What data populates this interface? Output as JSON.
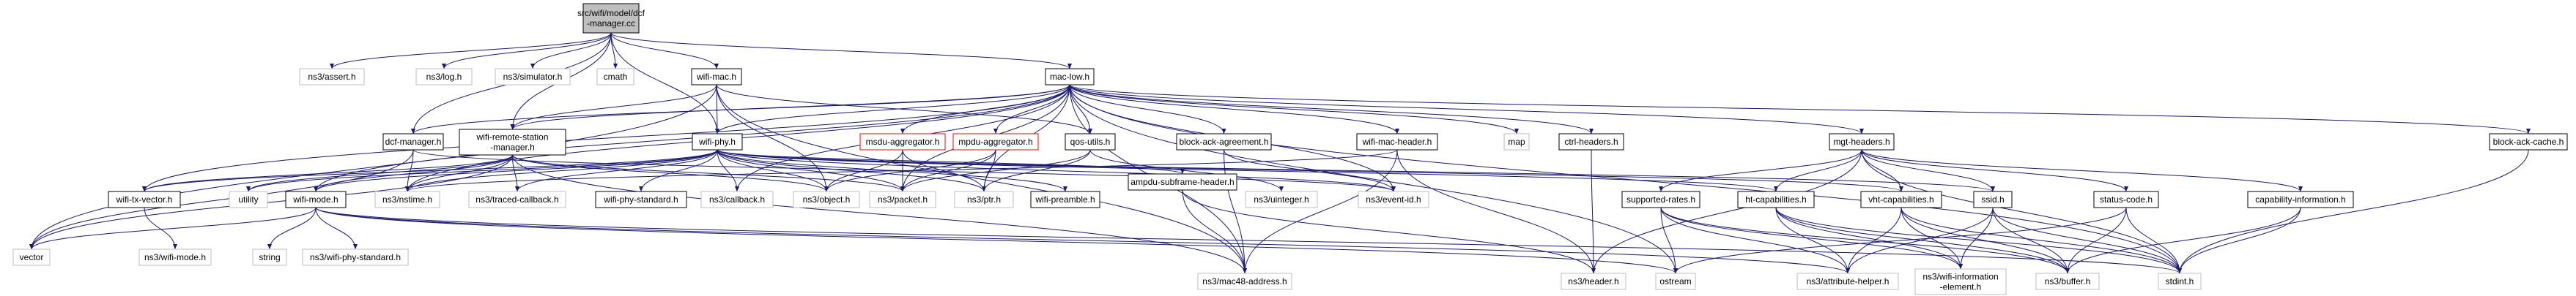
{
  "diagram": {
    "root": {
      "label_line1": "src/wifi/model/dcf",
      "label_line2": "-manager.cc"
    },
    "nodes": [
      {
        "id": "assert",
        "label": "ns3/assert.h",
        "kind": "system"
      },
      {
        "id": "log",
        "label": "ns3/log.h",
        "kind": "system"
      },
      {
        "id": "simulator",
        "label": "ns3/simulator.h",
        "kind": "system"
      },
      {
        "id": "cmath",
        "label": "cmath",
        "kind": "system"
      },
      {
        "id": "wifimac",
        "label": "wifi-mac.h",
        "kind": "local"
      },
      {
        "id": "maclow",
        "label": "mac-low.h",
        "kind": "local"
      },
      {
        "id": "dcfmanager",
        "label": "dcf-manager.h",
        "kind": "local"
      },
      {
        "id": "wrsm",
        "label_line1": "wifi-remote-station",
        "label_line2": "-manager.h",
        "kind": "local"
      },
      {
        "id": "wifiphy",
        "label": "wifi-phy.h",
        "kind": "local"
      },
      {
        "id": "msdu",
        "label": "msdu-aggregator.h",
        "kind": "missing"
      },
      {
        "id": "mpdu",
        "label": "mpdu-aggregator.h",
        "kind": "missing"
      },
      {
        "id": "qos",
        "label": "qos-utils.h",
        "kind": "local"
      },
      {
        "id": "bag",
        "label": "block-ack-agreement.h",
        "kind": "local"
      },
      {
        "id": "wmh",
        "label": "wifi-mac-header.h",
        "kind": "local"
      },
      {
        "id": "map",
        "label": "map",
        "kind": "system"
      },
      {
        "id": "ctrl",
        "label": "ctrl-headers.h",
        "kind": "local"
      },
      {
        "id": "mgt",
        "label": "mgt-headers.h",
        "kind": "local"
      },
      {
        "id": "bac",
        "label": "block-ack-cache.h",
        "kind": "local"
      },
      {
        "id": "wtxv",
        "label": "wifi-tx-vector.h",
        "kind": "local"
      },
      {
        "id": "utility",
        "label": "utility",
        "kind": "system"
      },
      {
        "id": "wmode",
        "label": "wifi-mode.h",
        "kind": "local"
      },
      {
        "id": "nstime",
        "label": "ns3/nstime.h",
        "kind": "system"
      },
      {
        "id": "tcb",
        "label": "ns3/traced-callback.h",
        "kind": "system"
      },
      {
        "id": "wps",
        "label": "wifi-phy-standard.h",
        "kind": "local"
      },
      {
        "id": "callback",
        "label": "ns3/callback.h",
        "kind": "system"
      },
      {
        "id": "object",
        "label": "ns3/object.h",
        "kind": "system"
      },
      {
        "id": "packet",
        "label": "ns3/packet.h",
        "kind": "system"
      },
      {
        "id": "ptr",
        "label": "ns3/ptr.h",
        "kind": "system"
      },
      {
        "id": "wpre",
        "label": "wifi-preamble.h",
        "kind": "local"
      },
      {
        "id": "uint",
        "label": "ns3/uinteger.h",
        "kind": "system"
      },
      {
        "id": "event",
        "label": "ns3/event-id.h",
        "kind": "system"
      },
      {
        "id": "ampdu",
        "label": "ampdu-subframe-header.h",
        "kind": "local"
      },
      {
        "id": "srates",
        "label": "supported-rates.h",
        "kind": "local"
      },
      {
        "id": "htcap",
        "label": "ht-capabilities.h",
        "kind": "local"
      },
      {
        "id": "vhtcap",
        "label": "vht-capabilities.h",
        "kind": "local"
      },
      {
        "id": "ssid",
        "label": "ssid.h",
        "kind": "local"
      },
      {
        "id": "status",
        "label": "status-code.h",
        "kind": "local"
      },
      {
        "id": "capinfo",
        "label": "capability-information.h",
        "kind": "local"
      },
      {
        "id": "vector",
        "label": "vector",
        "kind": "system"
      },
      {
        "id": "nwmode",
        "label": "ns3/wifi-mode.h",
        "kind": "system"
      },
      {
        "id": "string",
        "label": "string",
        "kind": "system"
      },
      {
        "id": "nwps",
        "label": "ns3/wifi-phy-standard.h",
        "kind": "system"
      },
      {
        "id": "mac48",
        "label": "ns3/mac48-address.h",
        "kind": "system"
      },
      {
        "id": "header",
        "label": "ns3/header.h",
        "kind": "system"
      },
      {
        "id": "ostream",
        "label": "ostream",
        "kind": "system"
      },
      {
        "id": "attr",
        "label": "ns3/attribute-helper.h",
        "kind": "system"
      },
      {
        "id": "wie",
        "label_line1": "ns3/wifi-information",
        "label_line2": "-element.h",
        "kind": "system"
      },
      {
        "id": "buffer",
        "label": "ns3/buffer.h",
        "kind": "system"
      },
      {
        "id": "stdint",
        "label": "stdint.h",
        "kind": "system"
      }
    ],
    "edges": [
      [
        "root",
        "assert"
      ],
      [
        "root",
        "log"
      ],
      [
        "root",
        "simulator"
      ],
      [
        "root",
        "cmath"
      ],
      [
        "root",
        "wifimac"
      ],
      [
        "root",
        "maclow"
      ],
      [
        "root",
        "dcfmanager"
      ],
      [
        "root",
        "wrsm"
      ],
      [
        "root",
        "wifiphy"
      ],
      [
        "wifimac",
        "wrsm"
      ],
      [
        "wifimac",
        "wifiphy"
      ],
      [
        "wifimac",
        "qos"
      ],
      [
        "wifimac",
        "object"
      ],
      [
        "wifimac",
        "mac48"
      ],
      [
        "wifimac",
        "vector"
      ],
      [
        "maclow",
        "wifiphy"
      ],
      [
        "maclow",
        "wrsm"
      ],
      [
        "maclow",
        "dcfmanager"
      ],
      [
        "maclow",
        "msdu"
      ],
      [
        "maclow",
        "mpdu"
      ],
      [
        "maclow",
        "qos"
      ],
      [
        "maclow",
        "bag"
      ],
      [
        "maclow",
        "wmh"
      ],
      [
        "maclow",
        "map"
      ],
      [
        "maclow",
        "ctrl"
      ],
      [
        "maclow",
        "mgt"
      ],
      [
        "maclow",
        "bac"
      ],
      [
        "maclow",
        "wtxv"
      ],
      [
        "maclow",
        "wmode"
      ],
      [
        "maclow",
        "nstime"
      ],
      [
        "maclow",
        "callback"
      ],
      [
        "maclow",
        "packet"
      ],
      [
        "maclow",
        "event"
      ],
      [
        "maclow",
        "ptr"
      ],
      [
        "maclow",
        "ostream"
      ],
      [
        "maclow",
        "mac48"
      ],
      [
        "maclow",
        "stdint"
      ],
      [
        "dcfmanager",
        "nstime"
      ],
      [
        "dcfmanager",
        "event"
      ],
      [
        "dcfmanager",
        "vector"
      ],
      [
        "wrsm",
        "wtxv"
      ],
      [
        "wrsm",
        "wmode"
      ],
      [
        "wrsm",
        "utility"
      ],
      [
        "wrsm",
        "nstime"
      ],
      [
        "wrsm",
        "tcb"
      ],
      [
        "wrsm",
        "object"
      ],
      [
        "wrsm",
        "packet"
      ],
      [
        "wrsm",
        "mac48"
      ],
      [
        "wrsm",
        "vector"
      ],
      [
        "wifiphy",
        "wtxv"
      ],
      [
        "wifiphy",
        "wmode"
      ],
      [
        "wifiphy",
        "nstime"
      ],
      [
        "wifiphy",
        "tcb"
      ],
      [
        "wifiphy",
        "wps"
      ],
      [
        "wifiphy",
        "callback"
      ],
      [
        "wifiphy",
        "object"
      ],
      [
        "wifiphy",
        "packet"
      ],
      [
        "wifiphy",
        "ptr"
      ],
      [
        "wifiphy",
        "wpre"
      ],
      [
        "wifiphy",
        "ampdu"
      ],
      [
        "wifiphy",
        "event"
      ],
      [
        "wifiphy",
        "utility"
      ],
      [
        "wifiphy",
        "ssid"
      ],
      [
        "wifiphy",
        "htcap"
      ],
      [
        "wifiphy",
        "vhtcap"
      ],
      [
        "msdu",
        "packet"
      ],
      [
        "msdu",
        "object"
      ],
      [
        "msdu",
        "ptr"
      ],
      [
        "mpdu",
        "packet"
      ],
      [
        "mpdu",
        "object"
      ],
      [
        "mpdu",
        "ptr"
      ],
      [
        "qos",
        "uint"
      ],
      [
        "qos",
        "ptr"
      ],
      [
        "qos",
        "packet"
      ],
      [
        "bag",
        "event"
      ],
      [
        "bag",
        "mac48"
      ],
      [
        "wmh",
        "header"
      ],
      [
        "wmh",
        "mac48"
      ],
      [
        "wmh",
        "nstime"
      ],
      [
        "ctrl",
        "header"
      ],
      [
        "mgt",
        "srates"
      ],
      [
        "mgt",
        "htcap"
      ],
      [
        "mgt",
        "vhtcap"
      ],
      [
        "mgt",
        "ssid"
      ],
      [
        "mgt",
        "status"
      ],
      [
        "mgt",
        "capinfo"
      ],
      [
        "mgt",
        "header"
      ],
      [
        "mgt",
        "stdint"
      ],
      [
        "bac",
        "stdint"
      ],
      [
        "wtxv",
        "nwmode"
      ],
      [
        "wmode",
        "vector"
      ],
      [
        "wmode",
        "string"
      ],
      [
        "wmode",
        "nwps"
      ],
      [
        "wmode",
        "attr"
      ],
      [
        "wmode",
        "stdint"
      ],
      [
        "wmode",
        "ostream"
      ],
      [
        "ampdu",
        "header"
      ],
      [
        "ampdu",
        "mac48"
      ],
      [
        "srates",
        "attr"
      ],
      [
        "srates",
        "wie"
      ],
      [
        "srates",
        "buffer"
      ],
      [
        "srates",
        "ostream"
      ],
      [
        "htcap",
        "attr"
      ],
      [
        "htcap",
        "wie"
      ],
      [
        "htcap",
        "buffer"
      ],
      [
        "htcap",
        "stdint"
      ],
      [
        "vhtcap",
        "attr"
      ],
      [
        "vhtcap",
        "wie"
      ],
      [
        "vhtcap",
        "buffer"
      ],
      [
        "vhtcap",
        "stdint"
      ],
      [
        "ssid",
        "attr"
      ],
      [
        "ssid",
        "wie"
      ],
      [
        "ssid",
        "buffer"
      ],
      [
        "ssid",
        "stdint"
      ],
      [
        "status",
        "buffer"
      ],
      [
        "status",
        "stdint"
      ],
      [
        "status",
        "ostream"
      ],
      [
        "capinfo",
        "buffer"
      ],
      [
        "capinfo",
        "stdint"
      ]
    ]
  },
  "colors": {
    "edge": "#191970",
    "root_fill": "#bfbfbf",
    "local_fill": "#ffffff",
    "local_border": "#000000",
    "system_border": "#bfbfbf",
    "missing_border": "#ff0000",
    "text": "#000000"
  }
}
